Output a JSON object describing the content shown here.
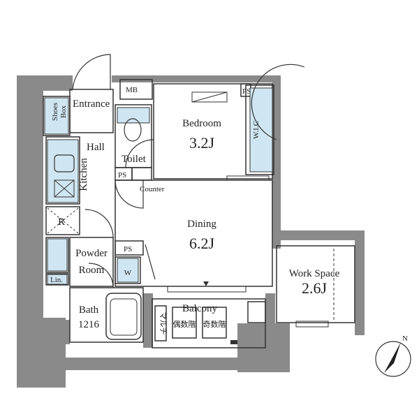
{
  "labels": {
    "mb": "MB",
    "entrance": "Entrance",
    "shoes_box_1": "Shoes",
    "shoes_box_2": "Box",
    "hall": "Hall",
    "toilet": "Toilet",
    "kitchen": "Kitchen",
    "ps_toilet": "PS",
    "counter": "Counter",
    "bedroom": "Bedroom",
    "bedroom_size": "3.2J",
    "ps_top": "PS",
    "wic": "W.I.C",
    "dining": "Dining",
    "dining_size": "6.2J",
    "refrigerator": "R",
    "powder_1": "Powder",
    "powder_2": "Room",
    "ps_powder": "PS",
    "washer": "W",
    "linen": "Lin.",
    "bath": "Bath",
    "bath_size": "1216",
    "balcony": "Balcony",
    "multi": "マルチ",
    "evac_even": "偶数階",
    "evac_odd": "奇数階",
    "work_space": "Work Space",
    "work_space_size": "2.6J",
    "north": "N"
  },
  "colors": {
    "wall": "#8a8a8a",
    "wall_dark": "#6e6e6e",
    "fixture_blue": "#cfe6f2",
    "line": "#333333"
  }
}
